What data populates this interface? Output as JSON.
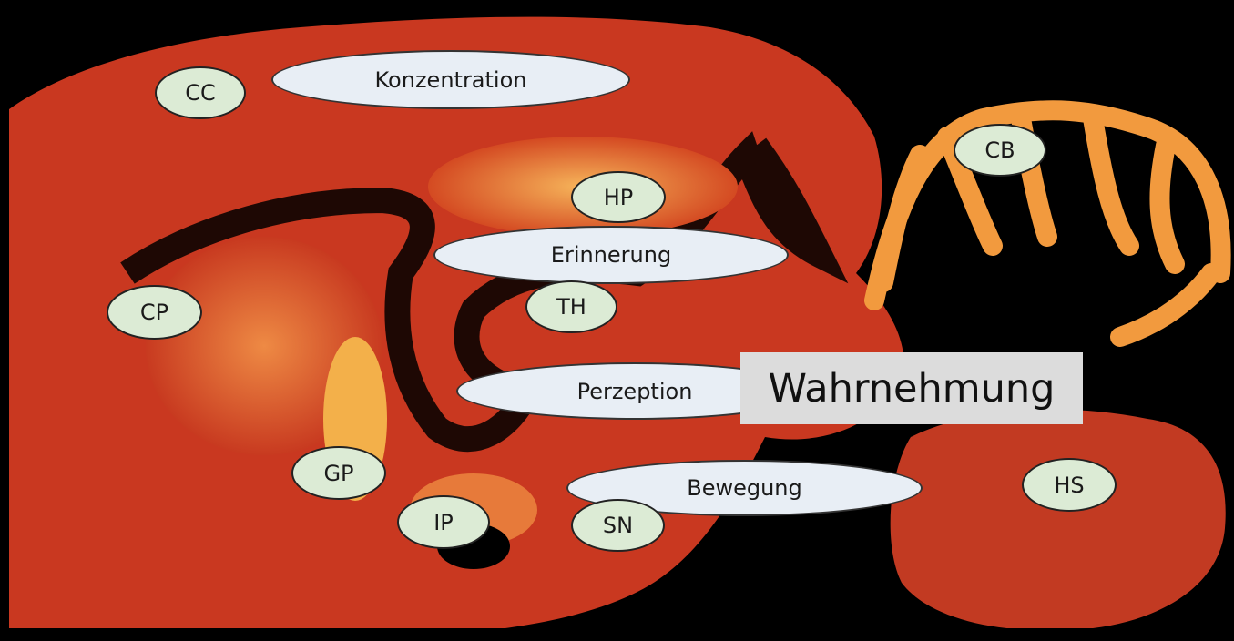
{
  "regions": {
    "cc": "CC",
    "cb": "CB",
    "hp": "HP",
    "cp": "CP",
    "th": "TH",
    "gp": "GP",
    "ip": "IP",
    "sn": "SN",
    "hs": "HS"
  },
  "functions": {
    "konzentration": "Konzentration",
    "erinnerung": "Erinnerung",
    "perzeption": "Perzeption",
    "bewegung": "Bewegung"
  },
  "overlay": {
    "wahrnehmung": "Wahrnehmung"
  },
  "colors": {
    "background": "#000000",
    "tissue": "#c8381f",
    "tissue_bright": "#f08a3a",
    "region_label_fill": "#dcebd5",
    "function_label_fill": "#e8eef5",
    "overlay_fill": "#dcdcdc"
  }
}
